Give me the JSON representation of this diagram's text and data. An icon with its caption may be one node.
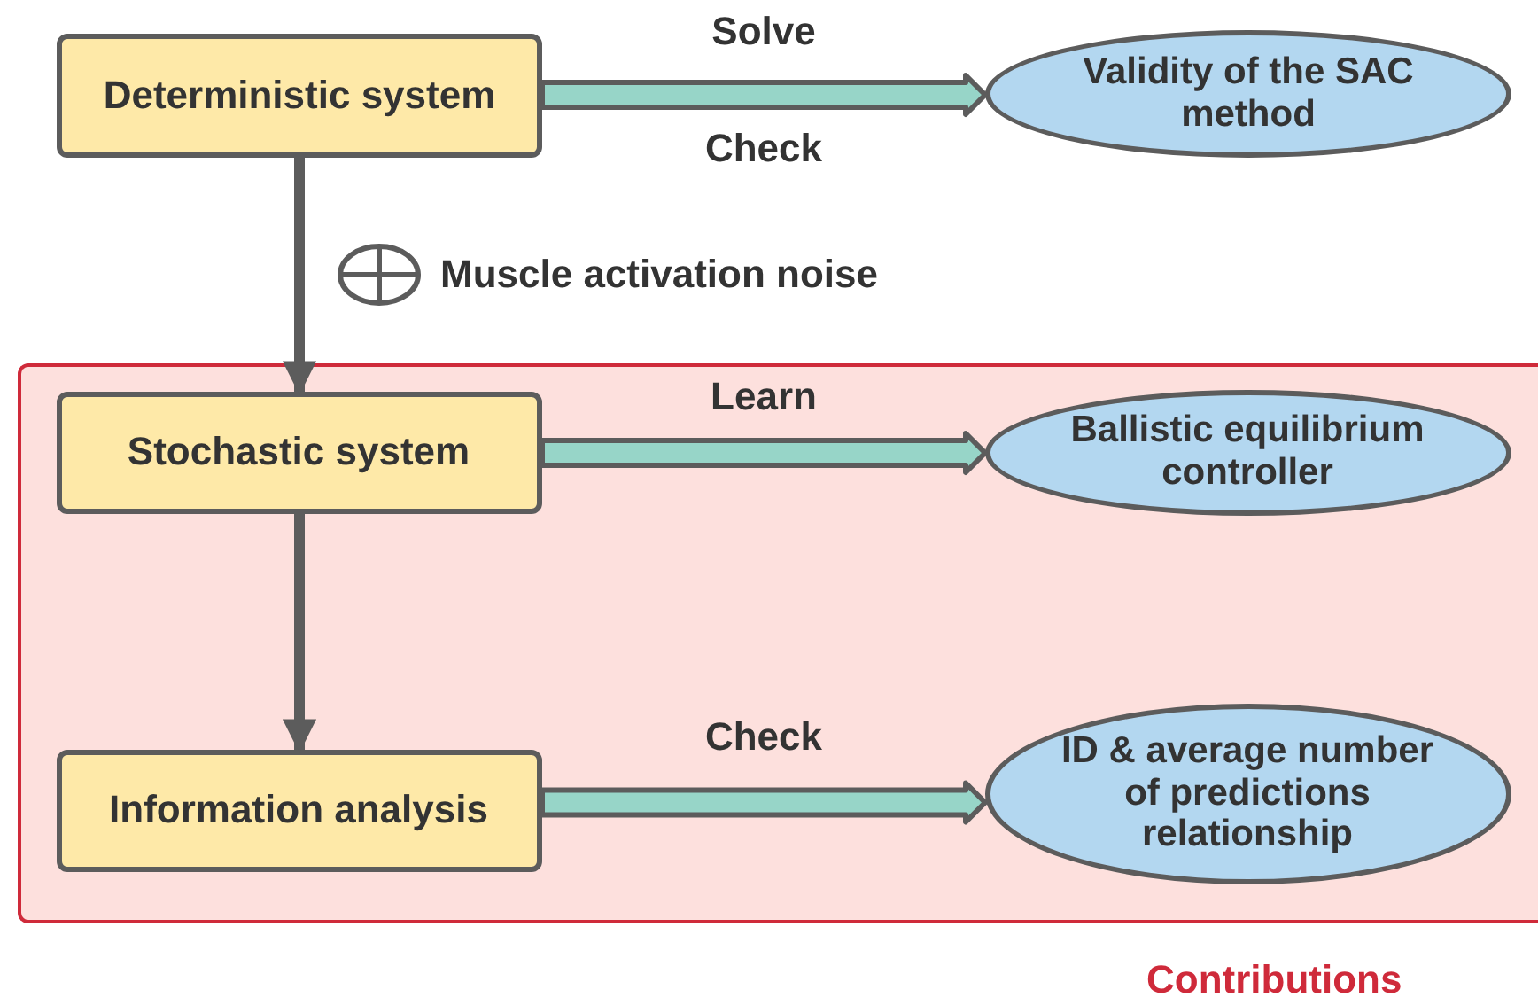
{
  "diagram": {
    "nodes": [
      {
        "text": [
          "Contributions"
        ]
      },
      {
        "text": [
          "Deterministic system"
        ]
      },
      {
        "text": [
          "Validity of the SAC method"
        ]
      },
      {
        "text": [
          "Stochastic system"
        ],
        "in": 0
      },
      {
        "text": [
          "Ballistic equilibrium controller"
        ],
        "in": 0
      },
      {
        "text": [
          "Information analysis"
        ],
        "in": 0
      },
      {
        "text": [
          "ID & average number of predictions relationship"
        ],
        "in": 0
      }
    ],
    "edges": [
      {
        "from": 1,
        "to": 2,
        "arrow": "to",
        "label": "Solve",
        "style": "thick",
        "color": "#97d5c8"
      },
      {
        "from": 1,
        "to": 3,
        "arrow": "to",
        "label": "Muscle activation noise"
      },
      {
        "from": 3,
        "to": 4,
        "arrow": "to",
        "label": "Learn",
        "style": "thick",
        "color": "#97d5c8"
      },
      {
        "from": 3,
        "to": 5,
        "arrow": "to"
      },
      {
        "from": 5,
        "to": 6,
        "arrow": "to",
        "label": "Check",
        "style": "thick",
        "color": "#97d5c8"
      }
    ],
    "labels": [
      "Check"
    ]
  }
}
